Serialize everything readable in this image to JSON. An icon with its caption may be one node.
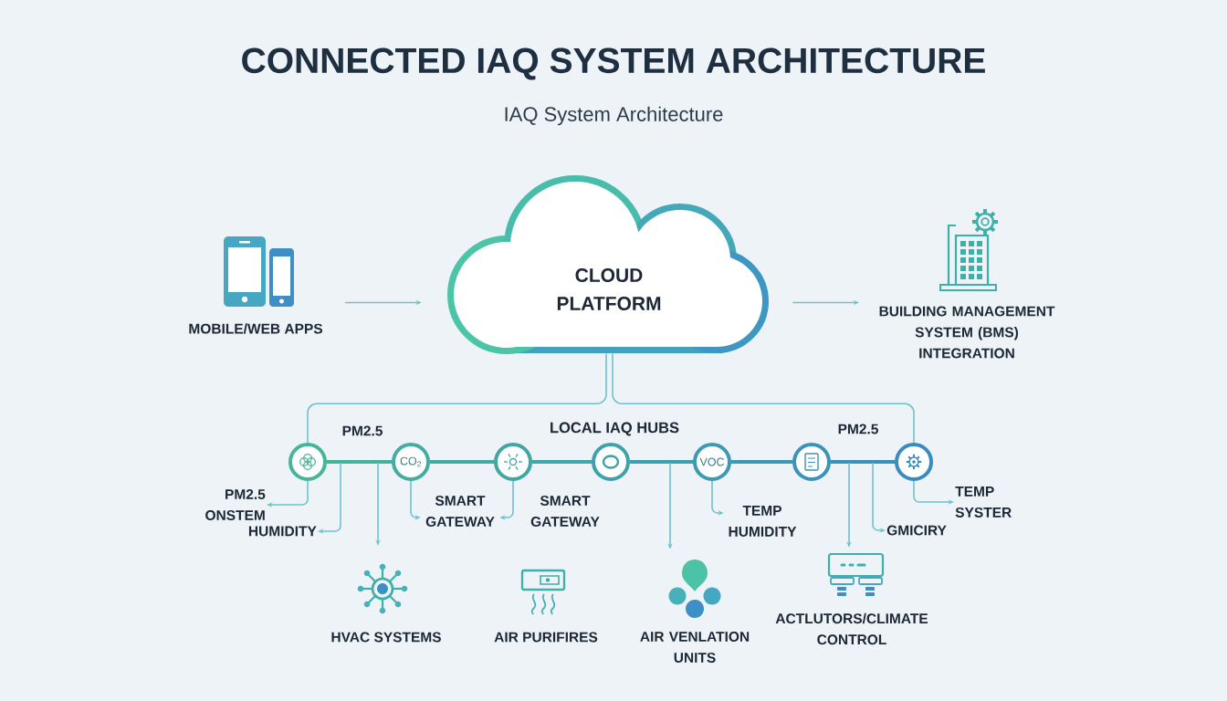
{
  "diagram": {
    "title": "CONNECTED IAQ SYSTEM ARCHITECTURE",
    "nodes": [
      {
        "text": [
          "MOBILE/WEB APPS"
        ]
      },
      {
        "text": [
          "CLOUD PLATFORM"
        ]
      },
      {
        "text": [
          "BUILDING MANAGEMENT SYSTEM (BMS) INTEGRATION"
        ]
      },
      {
        "text": [],
        "shape": "circle"
      },
      {
        "text": [
          "CO$_{2}$"
        ]
      },
      {
        "text": [],
        "shape": "circle"
      },
      {
        "text": [],
        "shape": "circle"
      },
      {
        "text": [
          "VOC"
        ]
      },
      {
        "text": [],
        "shape": "circle"
      },
      {
        "text": [],
        "shape": "circle"
      },
      {
        "text": [
          "PM2.5 ONSTEM"
        ]
      },
      {
        "text": [
          "HUMIDITY"
        ]
      },
      {
        "text": [
          "SMART GATEWAY"
        ]
      },
      {
        "text": [
          "TEMP HUMIDITY"
        ]
      },
      {
        "text": [
          "GMICIRY"
        ]
      },
      {
        "text": [
          "TEMP SYSTER"
        ]
      },
      {
        "text": [
          "HVAC SYSTEMS"
        ]
      },
      {
        "text": [
          "AIR PURIFIRES"
        ]
      },
      {
        "text": [
          "AIR VENLATION UNITS"
        ]
      },
      {
        "text": [
          "ACTLUTORS/CLIMATE CONTROL"
        ]
      }
    ],
    "edges": [
      {
        "from": 0,
        "to": 1,
        "arrow": "to"
      },
      {
        "from": 1,
        "to": 2,
        "arrow": "to"
      },
      {
        "from": 1,
        "to": 3,
        "arrow": "none"
      },
      {
        "from": 1,
        "to": 9,
        "arrow": "none"
      },
      {
        "from": 3,
        "to": 4,
        "arrow": "none",
        "style": "thick",
        "color": "#44b29c"
      },
      {
        "from": 4,
        "to": 5,
        "arrow": "none",
        "style": "thick",
        "color": "#42aca2"
      },
      {
        "from": 5,
        "to": 6,
        "arrow": "none",
        "style": "thick",
        "color": "#40a6a8"
      },
      {
        "from": 6,
        "to": 7,
        "arrow": "none",
        "style": "thick",
        "color": "#3e9fae"
      },
      {
        "from": 7,
        "to": 8,
        "arrow": "none",
        "style": "thick",
        "color": "#3c98b4"
      },
      {
        "from": 8,
        "to": 9,
        "arrow": "none",
        "style": "thick",
        "color": "#3a91ba"
      },
      {
        "from": 3,
        "to": 10,
        "arrow": "to"
      },
      {
        "from": null,
        "to": 11,
        "arrow": "to"
      },
      {
        "from": null,
        "to": 16,
        "arrow": "to"
      },
      {
        "from": 4,
        "to": 12,
        "arrow": "to"
      },
      {
        "from": 5,
        "to": 12,
        "arrow": "to"
      },
      {
        "from": null,
        "to": 18,
        "arrow": "to"
      },
      {
        "from": 7,
        "to": 13,
        "arrow": "to"
      },
      {
        "from": null,
        "to": 19,
        "arrow": "to"
      },
      {
        "from": null,
        "to": 14,
        "arrow": "to"
      },
      {
        "from": 9,
        "to": 15,
        "arrow": "to"
      }
    ],
    "labels": [
      "IAQ System Architecture",
      "PM2.5",
      "LOCAL IAQ HUBS",
      "PM2.5",
      "SMART GATEWAY"
    ]
  }
}
